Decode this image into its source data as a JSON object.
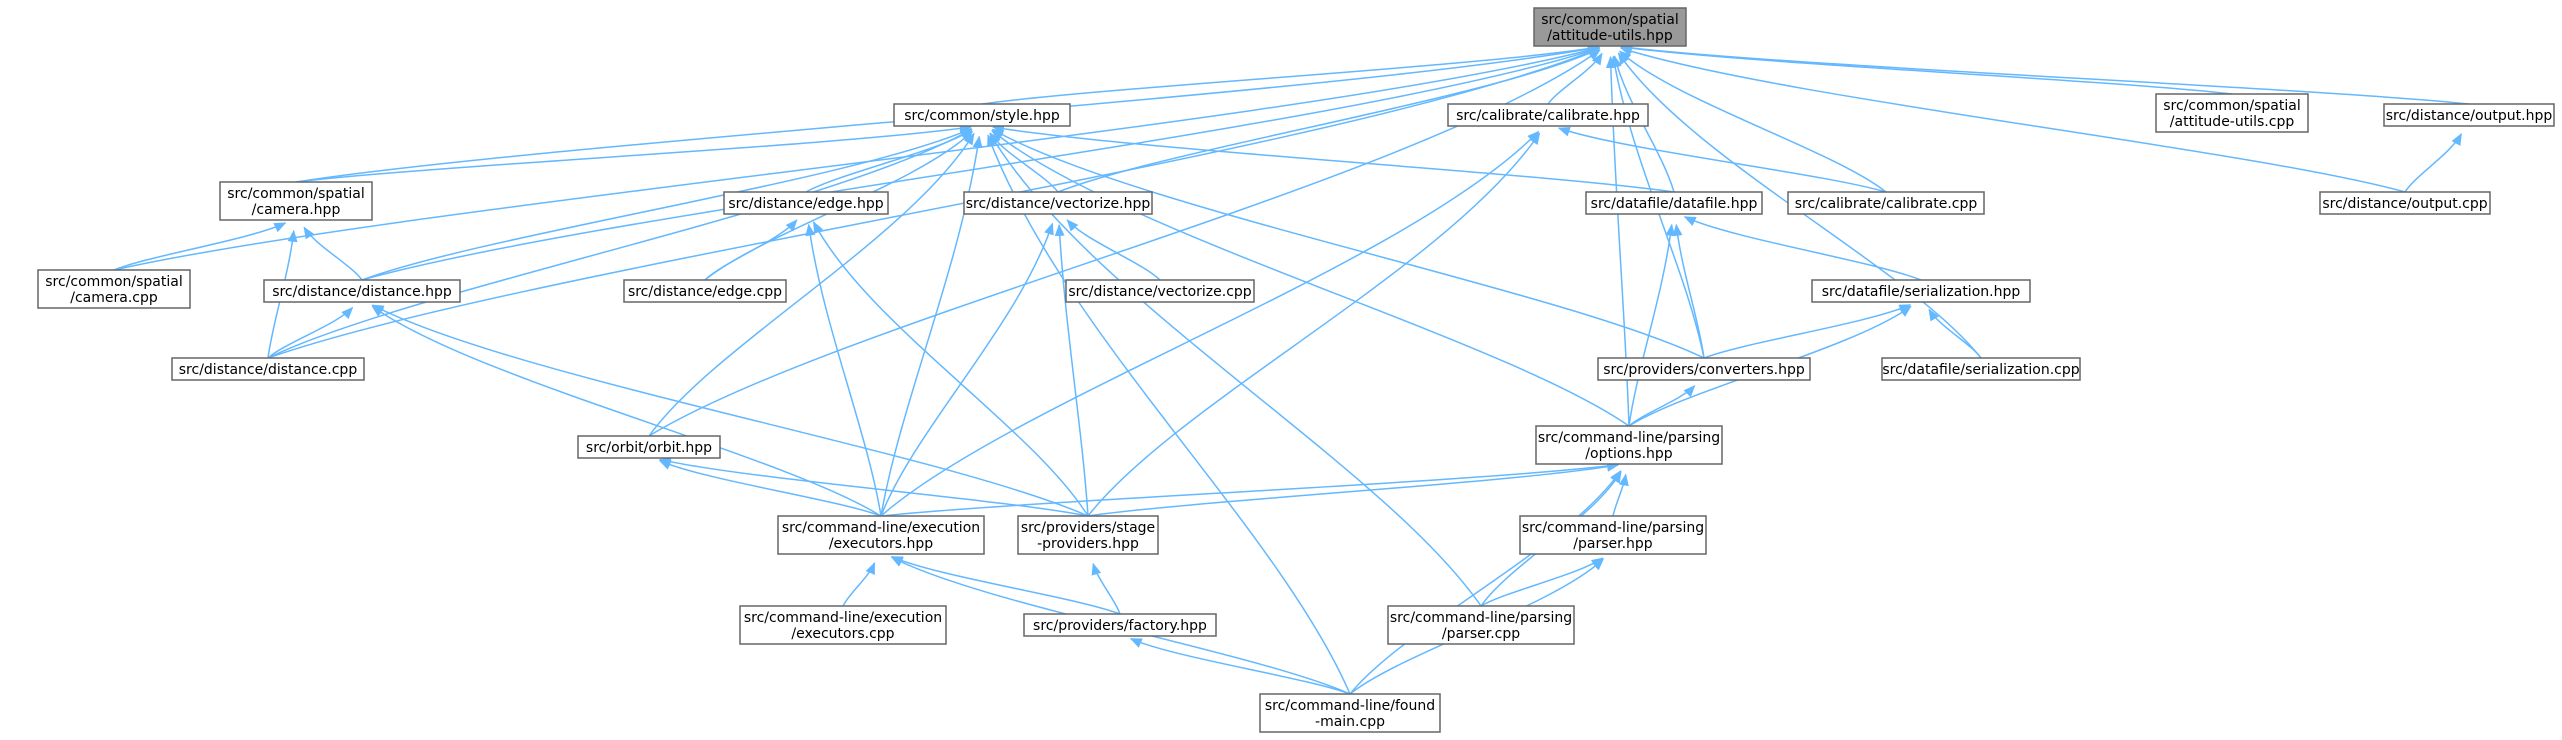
{
  "colors": {
    "edge": "#63b8ff",
    "node_border": "#666666",
    "root_fill": "#999999",
    "node_fill": "#ffffff"
  },
  "nodes": [
    {
      "id": "attitude_hpp",
      "lines": [
        "src/common/spatial",
        "/attitude-utils.hpp"
      ],
      "root": true
    },
    {
      "id": "style_hpp",
      "lines": [
        "src/common/style.hpp"
      ]
    },
    {
      "id": "calibrate_hpp",
      "lines": [
        "src/calibrate/calibrate.hpp"
      ]
    },
    {
      "id": "attitude_cpp",
      "lines": [
        "src/common/spatial",
        "/attitude-utils.cpp"
      ]
    },
    {
      "id": "output_hpp",
      "lines": [
        "src/distance/output.hpp"
      ]
    },
    {
      "id": "camera_hpp",
      "lines": [
        "src/common/spatial",
        "/camera.hpp"
      ]
    },
    {
      "id": "edge_hpp",
      "lines": [
        "src/distance/edge.hpp"
      ]
    },
    {
      "id": "vectorize_hpp",
      "lines": [
        "src/distance/vectorize.hpp"
      ]
    },
    {
      "id": "datafile_hpp",
      "lines": [
        "src/datafile/datafile.hpp"
      ]
    },
    {
      "id": "calibrate_cpp",
      "lines": [
        "src/calibrate/calibrate.cpp"
      ]
    },
    {
      "id": "output_cpp",
      "lines": [
        "src/distance/output.cpp"
      ]
    },
    {
      "id": "camera_cpp",
      "lines": [
        "src/common/spatial",
        "/camera.cpp"
      ]
    },
    {
      "id": "distance_hpp",
      "lines": [
        "src/distance/distance.hpp"
      ]
    },
    {
      "id": "edge_cpp",
      "lines": [
        "src/distance/edge.cpp"
      ]
    },
    {
      "id": "vectorize_cpp",
      "lines": [
        "src/distance/vectorize.cpp"
      ]
    },
    {
      "id": "serialization_hpp",
      "lines": [
        "src/datafile/serialization.hpp"
      ]
    },
    {
      "id": "distance_cpp",
      "lines": [
        "src/distance/distance.cpp"
      ]
    },
    {
      "id": "converters_hpp",
      "lines": [
        "src/providers/converters.hpp"
      ]
    },
    {
      "id": "serialization_cpp",
      "lines": [
        "src/datafile/serialization.cpp"
      ]
    },
    {
      "id": "orbit_hpp",
      "lines": [
        "src/orbit/orbit.hpp"
      ]
    },
    {
      "id": "options_hpp",
      "lines": [
        "src/command-line/parsing",
        "/options.hpp"
      ]
    },
    {
      "id": "executors_hpp",
      "lines": [
        "src/command-line/execution",
        "/executors.hpp"
      ]
    },
    {
      "id": "stage_hpp",
      "lines": [
        "src/providers/stage",
        "-providers.hpp"
      ]
    },
    {
      "id": "parser_hpp",
      "lines": [
        "src/command-line/parsing",
        "/parser.hpp"
      ]
    },
    {
      "id": "executors_cpp",
      "lines": [
        "src/command-line/execution",
        "/executors.cpp"
      ]
    },
    {
      "id": "factory_hpp",
      "lines": [
        "src/providers/factory.hpp"
      ]
    },
    {
      "id": "parser_cpp",
      "lines": [
        "src/command-line/parsing",
        "/parser.cpp"
      ]
    },
    {
      "id": "main_cpp",
      "lines": [
        "src/command-line/found",
        "-main.cpp"
      ]
    }
  ],
  "edges": [
    [
      "attitude_hpp",
      "style_hpp"
    ],
    [
      "attitude_hpp",
      "calibrate_hpp"
    ],
    [
      "attitude_hpp",
      "attitude_cpp"
    ],
    [
      "attitude_hpp",
      "output_hpp"
    ],
    [
      "attitude_hpp",
      "camera_hpp"
    ],
    [
      "attitude_hpp",
      "vectorize_hpp"
    ],
    [
      "attitude_hpp",
      "datafile_hpp"
    ],
    [
      "attitude_hpp",
      "calibrate_cpp"
    ],
    [
      "attitude_hpp",
      "output_cpp"
    ],
    [
      "attitude_hpp",
      "camera_cpp"
    ],
    [
      "attitude_hpp",
      "distance_hpp"
    ],
    [
      "attitude_hpp",
      "distance_cpp"
    ],
    [
      "attitude_hpp",
      "converters_hpp"
    ],
    [
      "attitude_hpp",
      "serialization_cpp"
    ],
    [
      "attitude_hpp",
      "orbit_hpp"
    ],
    [
      "attitude_hpp",
      "options_hpp"
    ],
    [
      "style_hpp",
      "camera_hpp"
    ],
    [
      "style_hpp",
      "edge_hpp"
    ],
    [
      "style_hpp",
      "vectorize_hpp"
    ],
    [
      "style_hpp",
      "datafile_hpp"
    ],
    [
      "style_hpp",
      "distance_hpp"
    ],
    [
      "style_hpp",
      "edge_cpp"
    ],
    [
      "style_hpp",
      "distance_cpp"
    ],
    [
      "style_hpp",
      "converters_hpp"
    ],
    [
      "style_hpp",
      "orbit_hpp"
    ],
    [
      "style_hpp",
      "options_hpp"
    ],
    [
      "style_hpp",
      "executors_hpp"
    ],
    [
      "style_hpp",
      "parser_cpp"
    ],
    [
      "style_hpp",
      "main_cpp"
    ],
    [
      "calibrate_hpp",
      "calibrate_cpp"
    ],
    [
      "calibrate_hpp",
      "executors_hpp"
    ],
    [
      "calibrate_hpp",
      "stage_hpp"
    ],
    [
      "output_hpp",
      "output_cpp"
    ],
    [
      "camera_hpp",
      "camera_cpp"
    ],
    [
      "camera_hpp",
      "distance_hpp"
    ],
    [
      "camera_hpp",
      "distance_cpp"
    ],
    [
      "edge_hpp",
      "edge_cpp"
    ],
    [
      "edge_hpp",
      "executors_hpp"
    ],
    [
      "edge_hpp",
      "stage_hpp"
    ],
    [
      "vectorize_hpp",
      "vectorize_cpp"
    ],
    [
      "vectorize_hpp",
      "executors_hpp"
    ],
    [
      "vectorize_hpp",
      "stage_hpp"
    ],
    [
      "datafile_hpp",
      "serialization_hpp"
    ],
    [
      "datafile_hpp",
      "converters_hpp"
    ],
    [
      "datafile_hpp",
      "options_hpp"
    ],
    [
      "distance_hpp",
      "distance_cpp"
    ],
    [
      "distance_hpp",
      "executors_hpp"
    ],
    [
      "distance_hpp",
      "stage_hpp"
    ],
    [
      "serialization_hpp",
      "converters_hpp"
    ],
    [
      "serialization_hpp",
      "serialization_cpp"
    ],
    [
      "serialization_hpp",
      "options_hpp"
    ],
    [
      "converters_hpp",
      "options_hpp"
    ],
    [
      "orbit_hpp",
      "executors_hpp"
    ],
    [
      "orbit_hpp",
      "stage_hpp"
    ],
    [
      "options_hpp",
      "executors_hpp"
    ],
    [
      "options_hpp",
      "stage_hpp"
    ],
    [
      "options_hpp",
      "parser_hpp"
    ],
    [
      "options_hpp",
      "parser_cpp"
    ],
    [
      "options_hpp",
      "main_cpp"
    ],
    [
      "executors_hpp",
      "executors_cpp"
    ],
    [
      "executors_hpp",
      "factory_hpp"
    ],
    [
      "executors_hpp",
      "main_cpp"
    ],
    [
      "stage_hpp",
      "factory_hpp"
    ],
    [
      "parser_hpp",
      "parser_cpp"
    ],
    [
      "parser_hpp",
      "main_cpp"
    ],
    [
      "factory_hpp",
      "main_cpp"
    ]
  ]
}
